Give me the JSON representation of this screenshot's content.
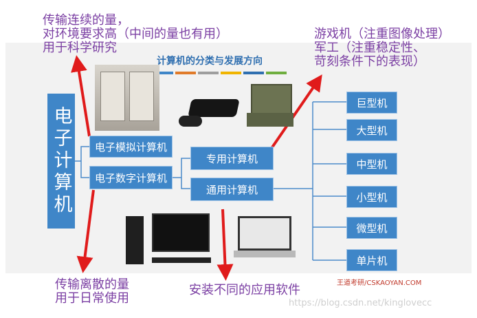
{
  "title": "计算机的分类与发展方向",
  "root": "电子计算机",
  "analog": "电子模拟计算机",
  "digital": "电子数字计算机",
  "special": "专用计算机",
  "general": "通用计算机",
  "sizes": [
    "巨型机",
    "大型机",
    "中型机",
    "小型机",
    "微型机",
    "单片机"
  ],
  "note_analog": "传输连续的量，\n对环境要求高（中间的量也有用）\n用于科学研究",
  "note_special": "游戏机（注重图像处理）\n军工（注重稳定性、\n苛刻条件下的表现）",
  "note_digital": "传输离散的量\n用于日常使用",
  "note_general": "安装不同的应用软件",
  "brand": "王道考研/CSKAOYAN.COM",
  "watermark": "https://blog.csdn.net/kinglovecc"
}
